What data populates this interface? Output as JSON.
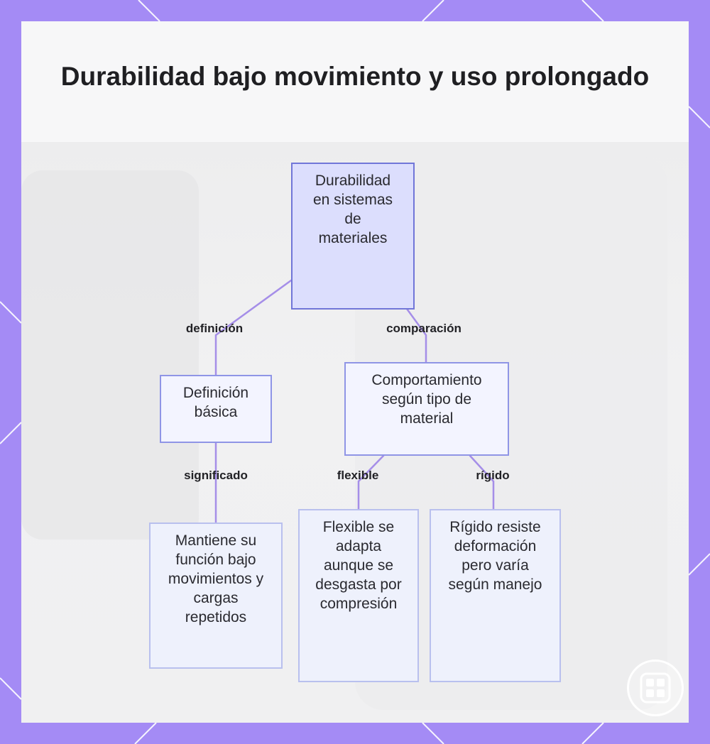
{
  "diagram": {
    "title": "Durabilidad bajo movimiento y uso prolongado",
    "nodes": {
      "root": {
        "text": "Durabilidad en sistemas de materiales"
      },
      "definicion": {
        "text": "Definición básica"
      },
      "comportamiento": {
        "text": "Comportamiento según tipo de material"
      },
      "mantiene": {
        "text": "Mantiene su función bajo movimientos y cargas repetidos"
      },
      "flexible": {
        "text": "Flexible se adapta aunque se desgasta por compresión"
      },
      "rigido": {
        "text": "Rígido resiste deformación pero varía según manejo"
      }
    },
    "edges": {
      "definicion": "definición",
      "comparacion": "comparación",
      "significado": "significado",
      "flexible": "flexible",
      "rigido": "rígido"
    }
  },
  "colors": {
    "frame": "#a48bf5",
    "root_fill": "#dcdefd",
    "node_fill": "#f3f4ff",
    "node_border": "#8f95e6",
    "link": "#a58ee8"
  },
  "icons": {
    "brand": "grid-logo-icon"
  }
}
